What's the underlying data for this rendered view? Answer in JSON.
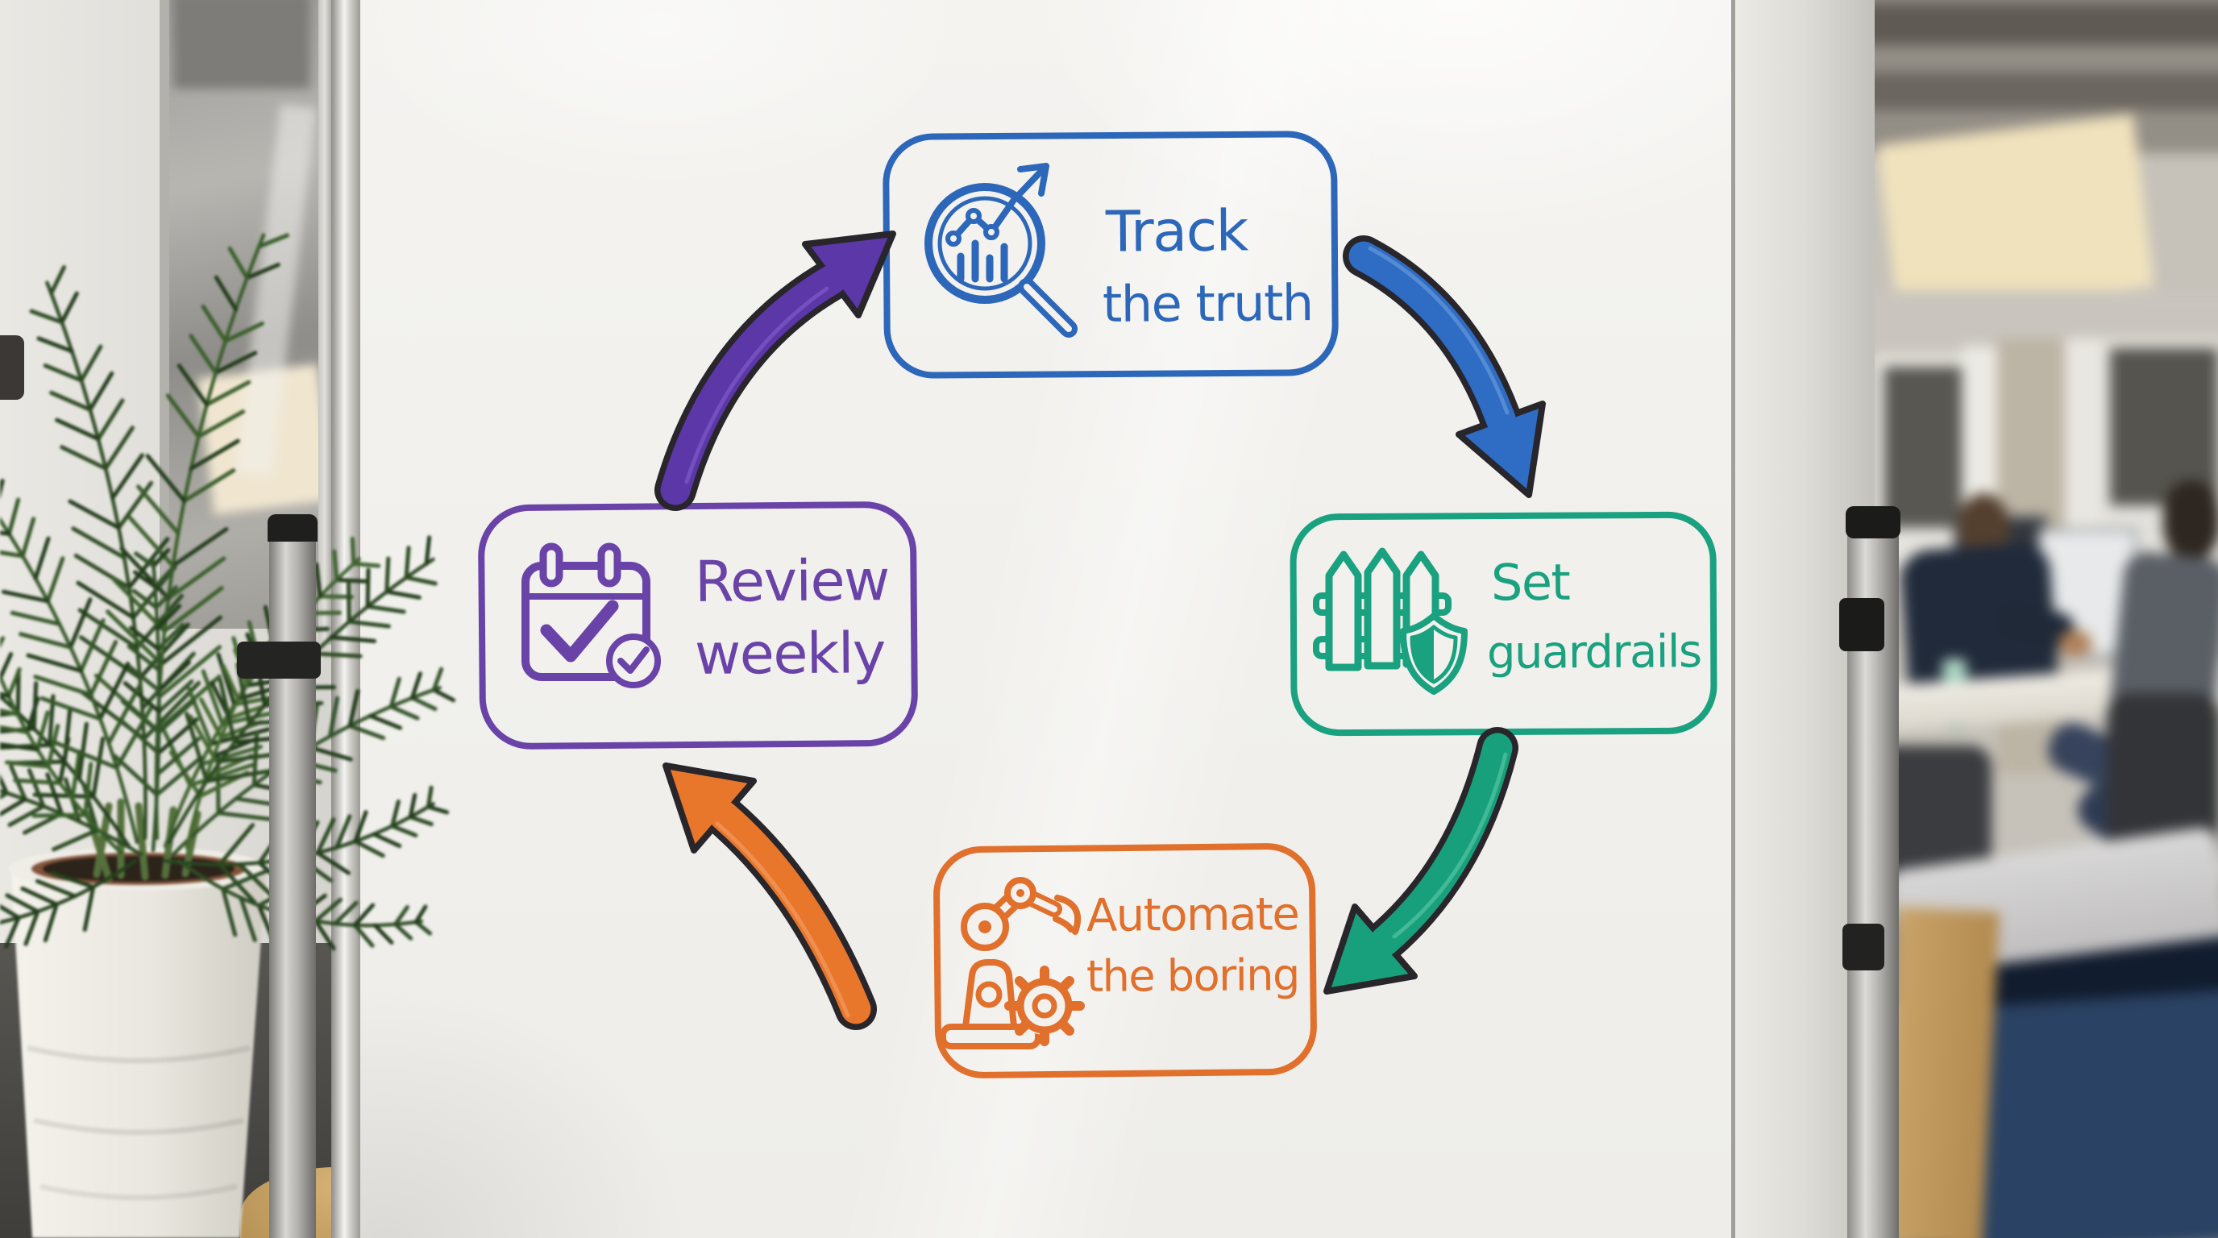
{
  "whiteboard": {
    "cycle": [
      "Track the truth",
      "Set guardrails",
      "Automate the boring",
      "Review weekly"
    ],
    "nodes": [
      {
        "id": "track-the-truth",
        "line1": "Track",
        "line2": "the truth",
        "color": "#2d67b9",
        "icon": "magnifier-trend-chart-icon"
      },
      {
        "id": "set-guardrails",
        "line1": "Set",
        "line2": "guardrails",
        "color": "#1aa17f",
        "icon": "fence-shield-icon"
      },
      {
        "id": "automate-the-boring",
        "line1": "Automate",
        "line2": "the boring",
        "color": "#e0702c",
        "icon": "robot-arm-gear-icon"
      },
      {
        "id": "review-weekly",
        "line1": "Review",
        "line2": "weekly",
        "color": "#6a43a8",
        "icon": "calendar-check-icon"
      }
    ],
    "arrows": [
      {
        "id": "review-to-track",
        "color": "#5b37a8",
        "outline": "#28262b",
        "direction": "up-right"
      },
      {
        "id": "track-to-guardrails",
        "color": "#2f6cc4",
        "outline": "#28262b",
        "direction": "down-right"
      },
      {
        "id": "guardrails-to-automate",
        "color": "#18a07c",
        "outline": "#28262b",
        "direction": "down-left"
      },
      {
        "id": "automate-to-review",
        "color": "#e8762b",
        "outline": "#28262b",
        "direction": "up-left"
      }
    ]
  },
  "environment": {
    "left_objects": [
      "glass-door",
      "palm-plant",
      "white-plant-pot",
      "wooden-stool",
      "stand-pole"
    ],
    "right_objects": [
      "ceiling-light",
      "window-blinds",
      "people-at-desks",
      "monitors",
      "office-chairs",
      "navy-sofa",
      "green-cushion",
      "stand-pole"
    ]
  }
}
